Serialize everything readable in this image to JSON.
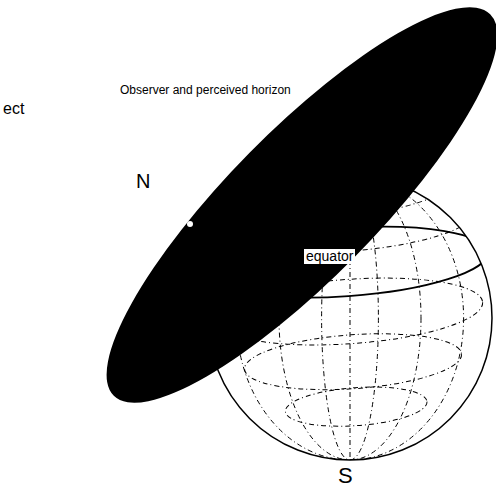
{
  "diagram": {
    "labels": [
      "Observer and perceived horizon",
      "ect",
      "N",
      "equator",
      "S"
    ]
  }
}
